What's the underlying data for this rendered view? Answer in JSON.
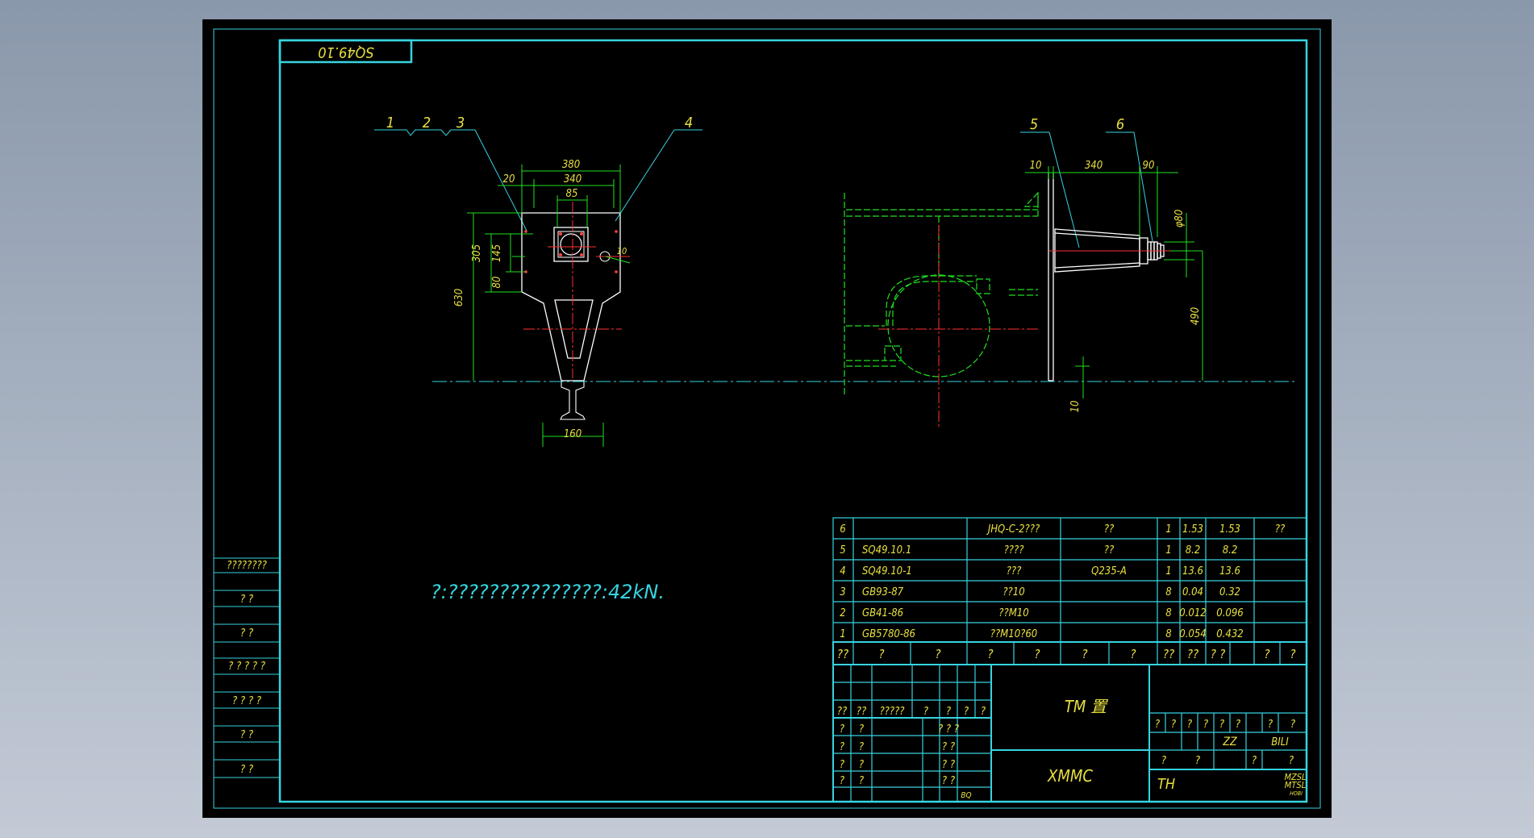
{
  "drawing_number": "SQ49.10",
  "note": "?:???????????????:42kN.",
  "leaders": [
    "1",
    "2",
    "3",
    "4",
    "5",
    "6"
  ],
  "dimensions": {
    "front_w380": "380",
    "front_w340": "340",
    "front_w85": "85",
    "front_w20": "20",
    "front_h630": "630",
    "front_h305": "305",
    "front_h145": "145",
    "front_h80": "80",
    "front_r10": "10",
    "front_w160": "160",
    "side_w10": "10",
    "side_w340": "340",
    "side_w90": "90",
    "side_d80": "φ80",
    "side_h490": "490",
    "side_h10": "10"
  },
  "revision_block": [
    "????????",
    "?      ?",
    "?      ?",
    "? ? ? ? ?",
    "? ? ? ?",
    "?      ?",
    "?      ?"
  ],
  "bom": {
    "rows": [
      {
        "no": "6",
        "code": "",
        "name": "JHQ-C-2???",
        "material": "??",
        "qty": "1",
        "unit": "1.53",
        "total": "1.53",
        "remark": "??"
      },
      {
        "no": "5",
        "code": "SQ49.10.1",
        "name": "????",
        "material": "??",
        "qty": "1",
        "unit": "8.2",
        "total": "8.2",
        "remark": ""
      },
      {
        "no": "4",
        "code": "SQ49.10-1",
        "name": "???",
        "material": "Q235-A",
        "qty": "1",
        "unit": "13.6",
        "total": "13.6",
        "remark": ""
      },
      {
        "no": "3",
        "code": "GB93-87",
        "name": "??10",
        "material": "",
        "qty": "8",
        "unit": "0.04",
        "total": "0.32",
        "remark": ""
      },
      {
        "no": "2",
        "code": "GB41-86",
        "name": "??M10",
        "material": "",
        "qty": "8",
        "unit": "0.012",
        "total": "0.096",
        "remark": ""
      },
      {
        "no": "1",
        "code": "GB5780-86",
        "name": "??M10?60",
        "material": "",
        "qty": "8",
        "unit": "0.054",
        "total": "0.432",
        "remark": ""
      }
    ],
    "header": [
      "??",
      "?",
      "?",
      "?",
      "?",
      "?",
      "?",
      "??",
      "??",
      "? ?",
      "?",
      "?"
    ]
  },
  "title_block": {
    "title": "TM    置",
    "company": "XMMC",
    "drawing_no": "TH",
    "scale_label": "BILI",
    "zz": "ZZ",
    "corner_top": "MZSL",
    "corner_bottom": "MTSL",
    "corner_small": "HOBI",
    "sign_bq": "BQ",
    "sign_header": [
      "??",
      "??",
      "?????",
      "?",
      "?",
      "?",
      "?"
    ],
    "sign_rows": [
      [
        "?",
        "?",
        "? ? ?"
      ],
      [
        "?",
        "?",
        "?   ?"
      ],
      [
        "?",
        "?",
        "?   ?"
      ],
      [
        "?",
        "?",
        "?   ?"
      ]
    ],
    "right_row1": [
      "?",
      "?",
      "?",
      "?",
      "?",
      "?",
      "?",
      "?"
    ],
    "right_row3": [
      "?",
      "?",
      "?",
      "?"
    ]
  }
}
